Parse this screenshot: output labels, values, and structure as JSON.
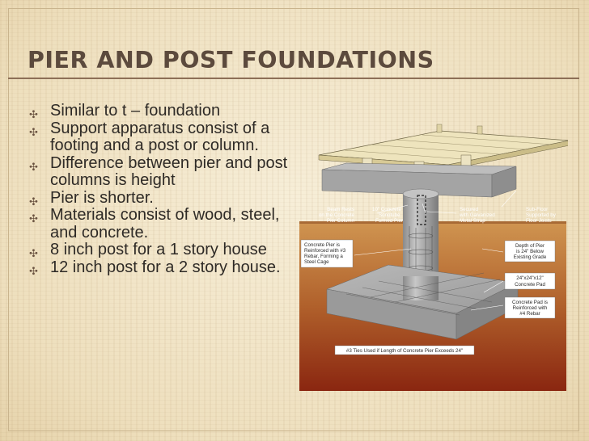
{
  "slide": {
    "title": "PIER AND POST FOUNDATIONS",
    "bullets": [
      "Similar to t – foundation",
      "Support apparatus consist of a footing and a post or column.",
      "Difference between pier and post columns is height",
      "Pier is shorter.",
      "Materials consist of wood, steel, and concrete.",
      "8 inch post for a 1 story house",
      "12 inch post for a 2 story house."
    ],
    "bullet_icon": "wind-rose-bullet-icon"
  },
  "diagram": {
    "labels": {
      "beam_line1": "Beam Rests",
      "beam_line2": "on the Concrete",
      "beam_line3": "Pier Column",
      "pier10_line1": "10\" Concrete",
      "pier10_line2": "Sonotube",
      "pier10_line3": "Formed Pier",
      "secured_line1": "Secured",
      "secured_line2": "with Galvanized",
      "secured_line3": "Metal Strap",
      "subfloor_line1": "Sub-Floor",
      "subfloor_line2": "Supported by",
      "subfloor_line3": "Floor Joists",
      "reinf_line1": "Concrete Pier is",
      "reinf_line2": "Reinforced with #3",
      "reinf_line3": "Rebar, Forming a",
      "reinf_line4": "Steel Cage",
      "depth_line1": "Depth of Pier",
      "depth_line2": "is 24\" Below",
      "depth_line3": "Existing Grade",
      "pad_line1": "24\"x24\"x12\"",
      "pad_line2": "Concrete Pad",
      "padreinf_line1": "Concrete Pad is",
      "padreinf_line2": "Reinforced with",
      "padreinf_line3": "#4 Rebar",
      "ties": "#3 Ties Used if Length of Concrete Pier Exceeds 24\""
    },
    "colors": {
      "soil_top": "#c98a45",
      "soil_bottom": "#8e2a0f",
      "concrete": "#a9a9a9",
      "wood": "#e8dcae"
    }
  }
}
